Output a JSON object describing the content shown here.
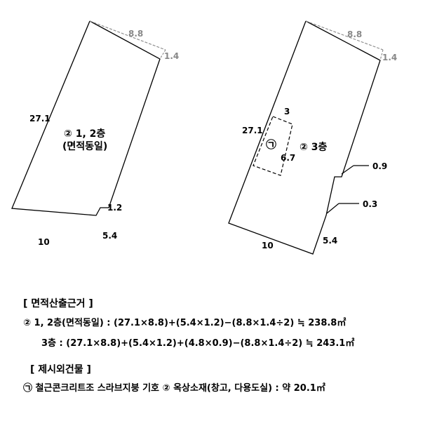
{
  "diagram": {
    "left_plan": {
      "dims": {
        "top": "8.8",
        "corner": "1.4",
        "left": "27.1",
        "notch": "1.2",
        "bottom": "10",
        "step": "5.4"
      },
      "label_line1": "② 1, 2층",
      "label_line2": "(면적동일)"
    },
    "right_plan": {
      "dims": {
        "top": "8.8",
        "corner": "1.4",
        "annex_width": "3",
        "left": "27.1",
        "annex_height": "6.7",
        "callout_upper": "0.9",
        "callout_lower": "0.3",
        "bottom": "10",
        "step": "5.4"
      },
      "annex_symbol": "㉠",
      "label": "② 3층"
    },
    "colors": {
      "line": "#000000",
      "dimension_gray": "#888888"
    }
  },
  "notes": {
    "section_area": "[ 면적산출근거 ]",
    "area_12": "② 1, 2층(면적동일) : (27.1×8.8)+(5.4×1.2)−(8.8×1.4÷2) ≒ 238.8㎡",
    "area_3": "3층 : (27.1×8.8)+(5.4×1.2)+(4.8×0.9)−(8.8×1.4÷2) ≒ 243.1㎡",
    "section_excluded": "[ 제시외건물 ]",
    "excluded": "㉠ 철근콘크리트조 스라브지붕 기호 ② 옥상소재(창고, 다용도실) : 약 20.1㎡"
  }
}
